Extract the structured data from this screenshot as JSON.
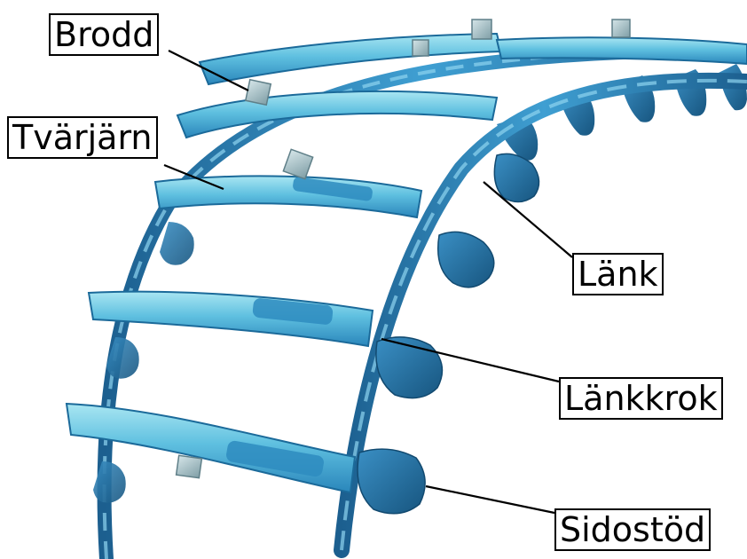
{
  "labels": {
    "brodd": "Brodd",
    "tvarjarn": "Tvärjärn",
    "lank": "Länk",
    "lankkrok": "Länkkrok",
    "sidostod": "Sidostöd"
  },
  "colors": {
    "background": "#ffffff",
    "chain_dark": "#1f6fa3",
    "chain_mid": "#3d9fd0",
    "chain_light": "#7ed3e8",
    "stud": "#8fb0b8",
    "leader_line": "#000000"
  }
}
